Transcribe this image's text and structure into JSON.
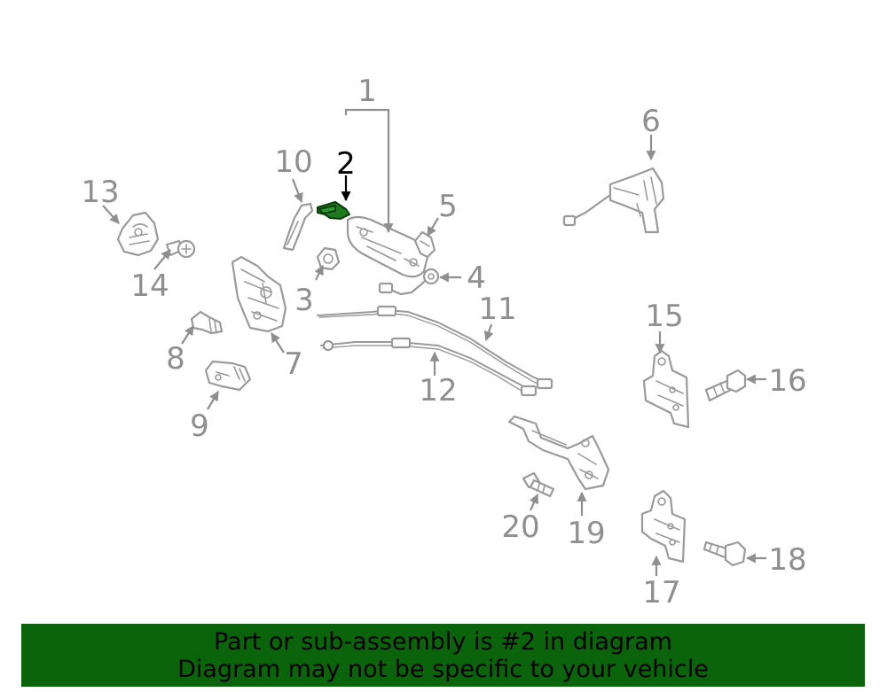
{
  "banner": {
    "line1": "Part or sub-assembly is #2 in diagram",
    "line2": "Diagram may not be specific to your vehicle"
  },
  "highlighted_callout": "2",
  "colors": {
    "banner_background": "#0b640b",
    "highlight_part": "#1f7a1f",
    "line_art": "#9a9a9a",
    "active_callout": "#000000"
  },
  "callouts": {
    "c1": "1",
    "c2": "2",
    "c3": "3",
    "c4": "4",
    "c5": "5",
    "c6": "6",
    "c7": "7",
    "c8": "8",
    "c9": "9",
    "c10": "10",
    "c11": "11",
    "c12": "12",
    "c13": "13",
    "c14": "14",
    "c15": "15",
    "c16": "16",
    "c17": "17",
    "c18": "18",
    "c19": "19",
    "c20": "20"
  }
}
